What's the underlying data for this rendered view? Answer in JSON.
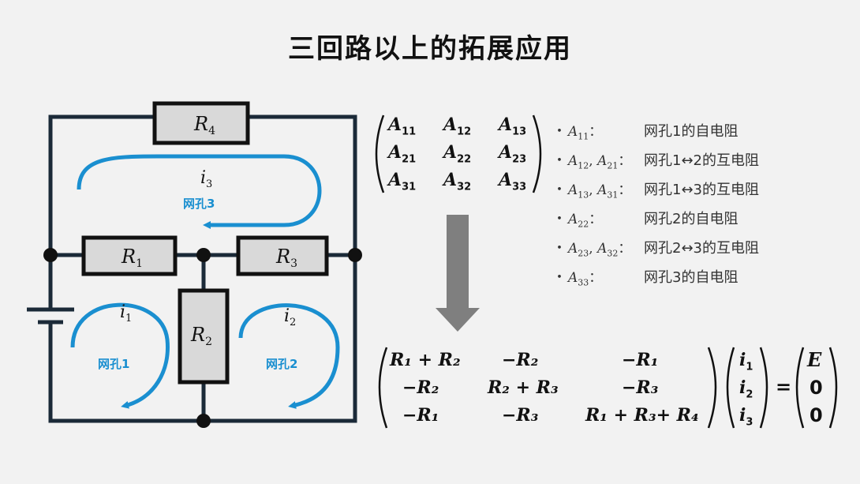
{
  "title": "三回路以上的拓展应用",
  "circuit": {
    "resistors": {
      "r4": "R",
      "r4_sub": "4",
      "r1": "R",
      "r1_sub": "1",
      "r3": "R",
      "r3_sub": "3",
      "r2": "R",
      "r2_sub": "2"
    },
    "currents": {
      "i3": "i",
      "i3_sub": "3",
      "i1": "i",
      "i1_sub": "1",
      "i2": "i",
      "i2_sub": "2"
    },
    "mesh_labels": {
      "mesh3": "网孔3",
      "mesh1": "网孔1",
      "mesh2": "网孔2"
    },
    "colors": {
      "wire": "#1b2a38",
      "mesh": "#1a8fd0",
      "resistor_fill": "#d9d9d9",
      "arrow": "#7f7f7f"
    }
  },
  "matrix_a": {
    "rows": [
      [
        {
          "s": "A",
          "sub": "11"
        },
        {
          "s": "A",
          "sub": "12"
        },
        {
          "s": "A",
          "sub": "13"
        }
      ],
      [
        {
          "s": "A",
          "sub": "21"
        },
        {
          "s": "A",
          "sub": "22"
        },
        {
          "s": "A",
          "sub": "23"
        }
      ],
      [
        {
          "s": "A",
          "sub": "31"
        },
        {
          "s": "A",
          "sub": "32"
        },
        {
          "s": "A",
          "sub": "33"
        }
      ]
    ]
  },
  "legend": [
    {
      "bullet": "・",
      "sym": "A",
      "sub": "11",
      "sym2": "",
      "sub2": "",
      "sep": "：",
      "desc": "网孔1的自电阻"
    },
    {
      "bullet": "・",
      "sym": "A",
      "sub": "12",
      "sym2": "A",
      "sub2": "21",
      "sep": "：",
      "desc": "网孔1↔2的互电阻"
    },
    {
      "bullet": "・",
      "sym": "A",
      "sub": "13",
      "sym2": "A",
      "sub2": "31",
      "sep": "：",
      "desc": "网孔1↔3的互电阻"
    },
    {
      "bullet": "・",
      "sym": "A",
      "sub": "22",
      "sym2": "",
      "sub2": "",
      "sep": "：",
      "desc": "网孔2的自电阻"
    },
    {
      "bullet": "・",
      "sym": "A",
      "sub": "23",
      "sym2": "A",
      "sub2": "32",
      "sep": "：",
      "desc": "网孔2↔3的互电阻"
    },
    {
      "bullet": "・",
      "sym": "A",
      "sub": "33",
      "sym2": "",
      "sub2": "",
      "sep": "：",
      "desc": "网孔3的自电阻"
    }
  ],
  "equation": {
    "rows": [
      [
        "R₁ + R₂",
        "−R₂",
        "−R₁"
      ],
      [
        "−R₂",
        "R₂ + R₃",
        "−R₃"
      ],
      [
        "−R₁",
        "−R₃",
        "R₁ + R₃+ R₄"
      ]
    ],
    "i_vector": [
      {
        "s": "i",
        "sub": "1"
      },
      {
        "s": "i",
        "sub": "2"
      },
      {
        "s": "i",
        "sub": "3"
      }
    ],
    "equals": "=",
    "rhs": [
      "E",
      "0",
      "0"
    ]
  }
}
